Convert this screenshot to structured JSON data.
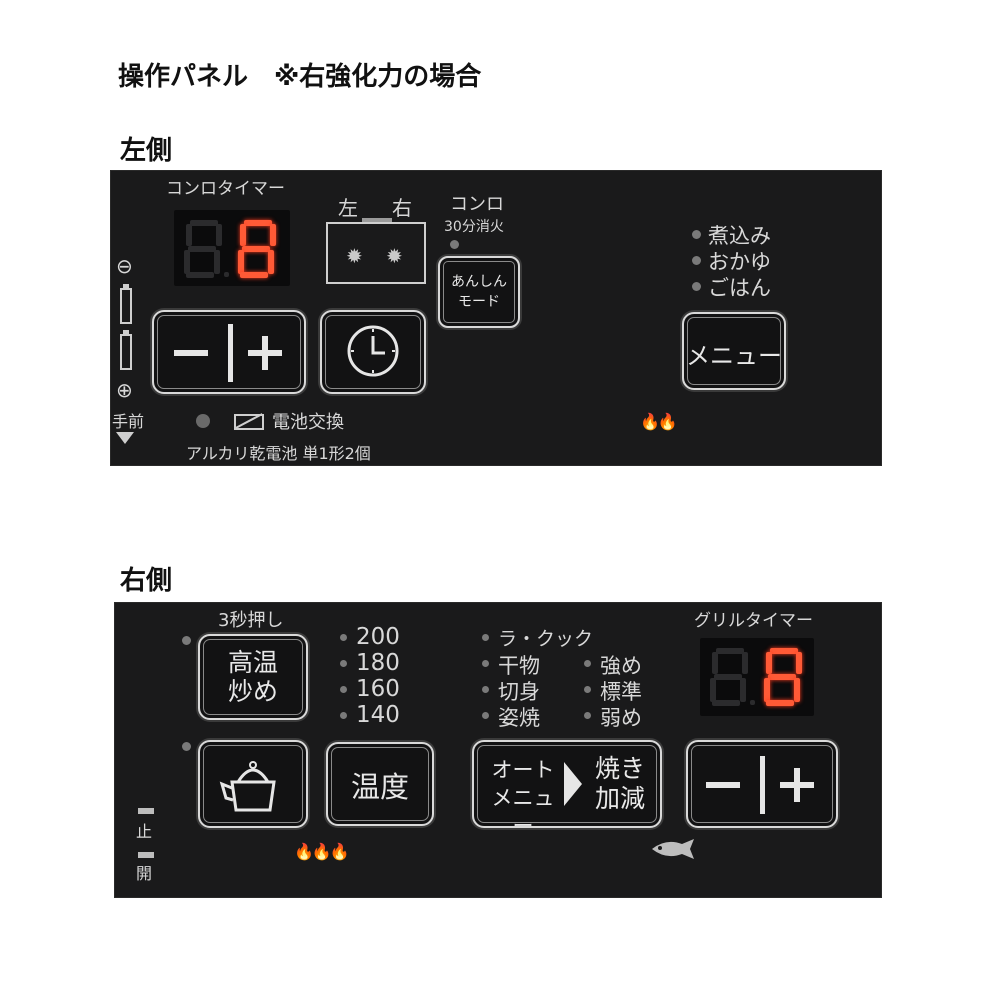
{
  "page": {
    "title": "操作パネル　※右強化力の場合",
    "left_heading": "左側",
    "right_heading": "右側"
  },
  "left_panel": {
    "timer_label": "コンロタイマー",
    "timer_digit": "8",
    "burner_select_left": "左",
    "burner_select_right": "右",
    "konro_label": "コンロ",
    "auto_off_label": "30分消火",
    "anshin_line1": "あんしん",
    "anshin_line2": "モード",
    "menu_items": [
      "煮込み",
      "おかゆ",
      "ごはん"
    ],
    "menu_button": "メニュー",
    "minus_symbol": "⊖",
    "plus_symbol": "⊕",
    "front_label": "手前",
    "battery_label": "電池交換",
    "battery_spec": "アルカリ乾電池 単1形2個"
  },
  "right_panel": {
    "hold_label": "3秒押し",
    "high_temp_line1": "高温",
    "high_temp_line2": "炒め",
    "temps": [
      "200",
      "180",
      "160",
      "140"
    ],
    "modes_col1": [
      "ラ・クック",
      "干物",
      "切身",
      "姿焼"
    ],
    "modes_col2": [
      "強め",
      "標準",
      "弱め"
    ],
    "grill_timer_label": "グリルタイマー",
    "grill_timer_digit": "8",
    "temp_button": "温度",
    "auto_menu_line1": "オート",
    "auto_menu_line2": "メニュー",
    "bake_adjust_line1": "焼き",
    "bake_adjust_line2": "加減",
    "stop_label": "止",
    "open_label": "開"
  },
  "colors": {
    "panel": "#1a1a1b",
    "led_on": "#ff5a36",
    "button_border": "#d9d9d9"
  }
}
